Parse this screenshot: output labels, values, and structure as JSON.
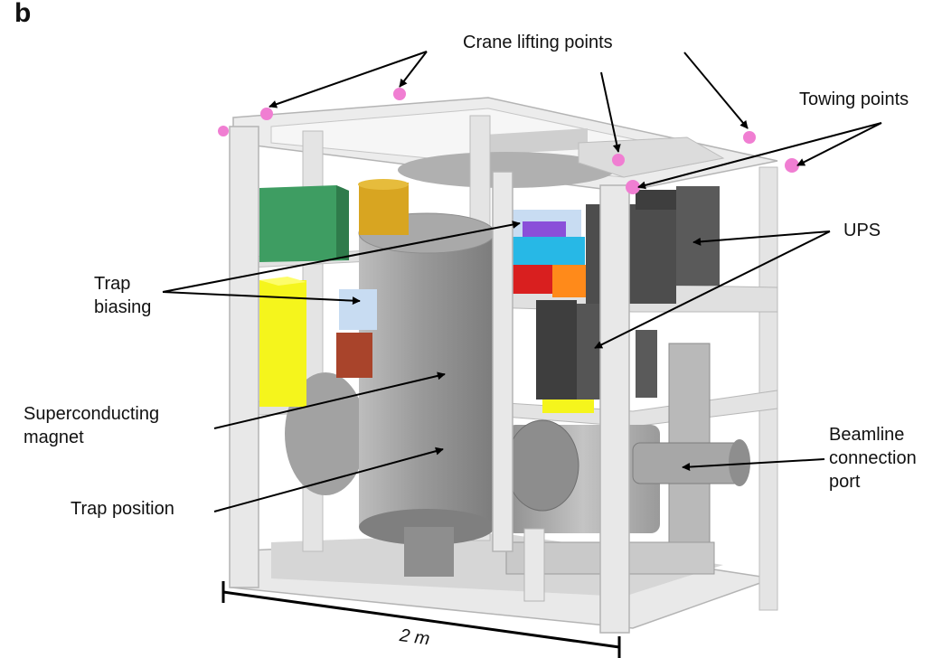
{
  "figure": {
    "panel_letter": "b",
    "labels": {
      "crane": "Crane lifting points",
      "towing": "Towing points",
      "ups": "UPS",
      "trap_biasing": "Trap\nbiasing",
      "magnet": "Superconducting\nmagnet",
      "trap_position": "Trap position",
      "beamline": "Beamline\nconnection\nport",
      "scale": "2 m"
    },
    "colors": {
      "frame": "#e6e6e6",
      "frame_edge": "#b4b4b4",
      "magnet": "#9e9e9e",
      "chamber": "#b8b8b8",
      "green_box": "#3e9d62",
      "gold_cylinder": "#d8a521",
      "yellow_box": "#f5f51c",
      "light_blue_box": "#c8dcf2",
      "brown_box": "#a9442b",
      "purple_box": "#8a4fd9",
      "cyan_box": "#27b8e6",
      "red_box": "#d91f1f",
      "orange_box": "#ff8a1a",
      "ups_dark": "#4d4d4d",
      "lifting_point": "#f07ed2",
      "arrow": "#000000"
    }
  }
}
